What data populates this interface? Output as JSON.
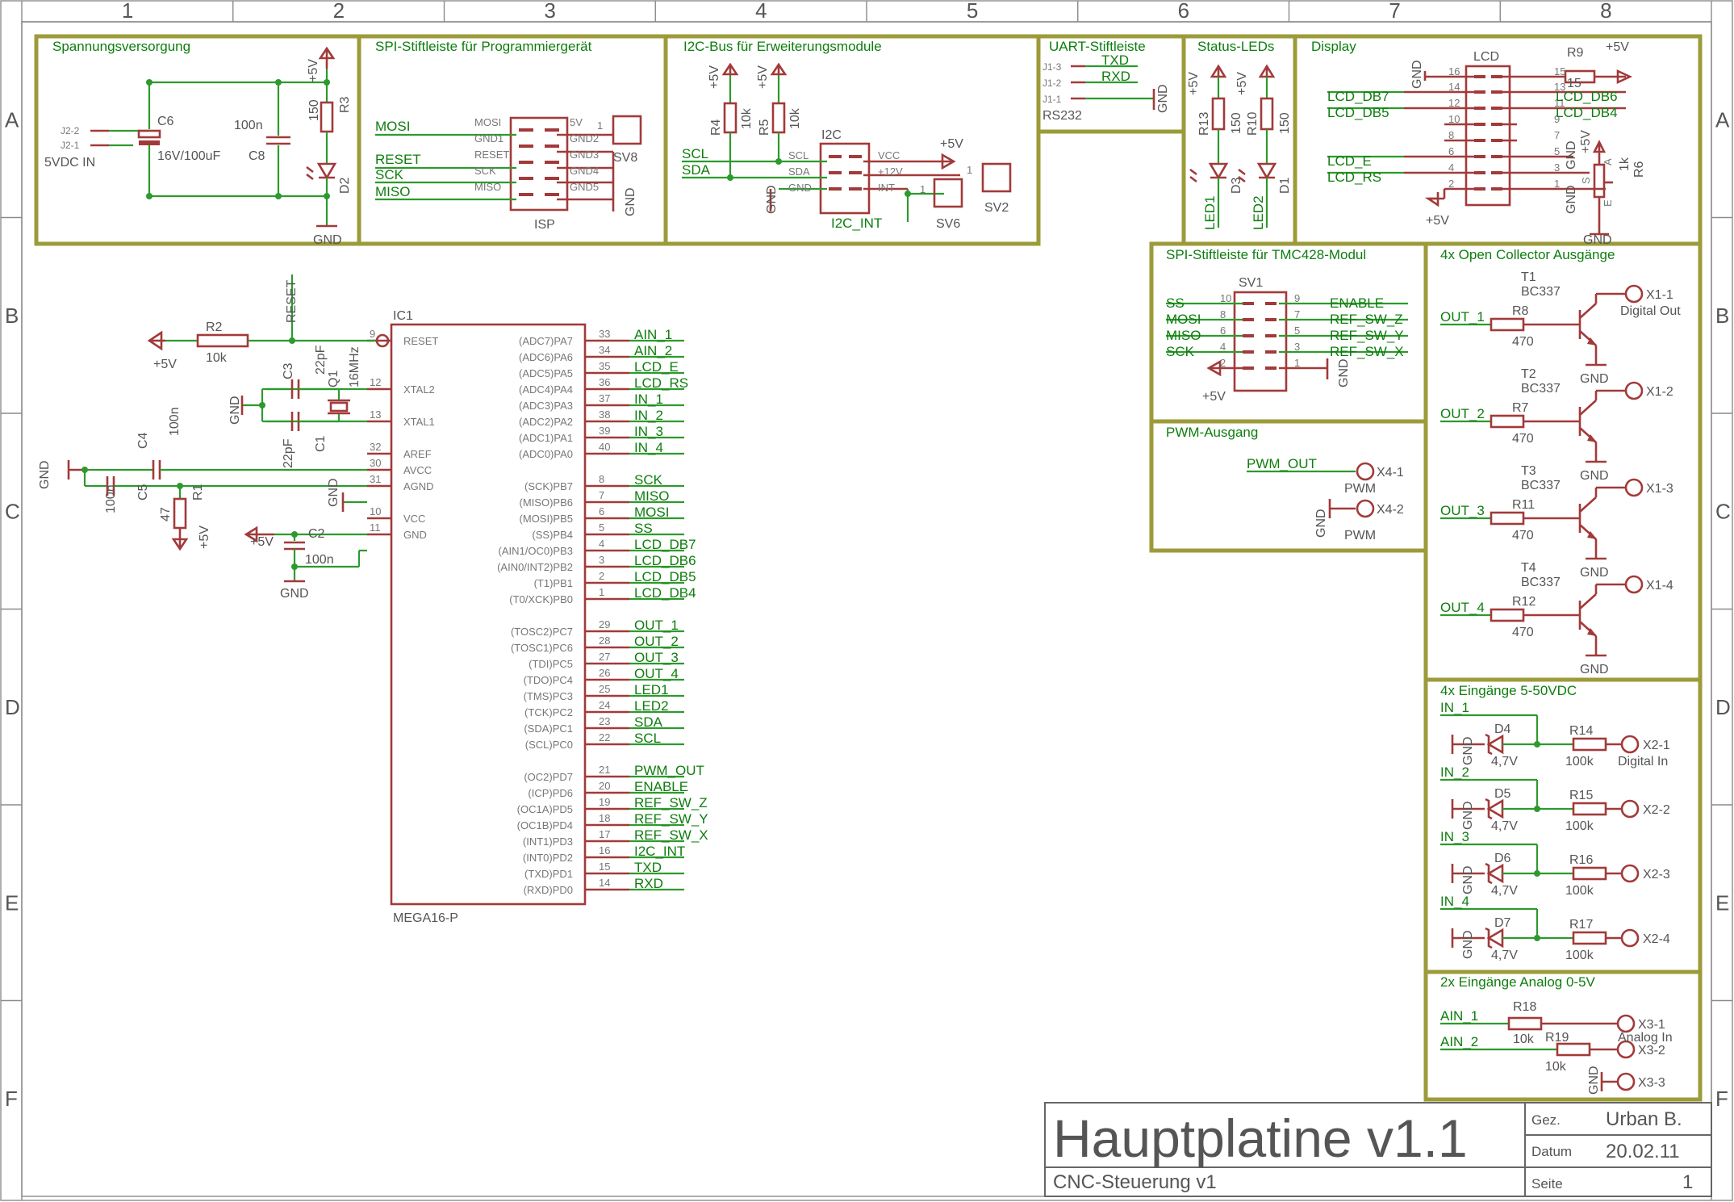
{
  "grid": {
    "cols": [
      "1",
      "2",
      "3",
      "4",
      "5",
      "6",
      "7",
      "8"
    ],
    "rows": [
      "A",
      "B",
      "C",
      "D",
      "E",
      "F"
    ]
  },
  "sections": {
    "power": "Spannungsversorgung",
    "spi_prog": "SPI-Stiftleiste für Programmiergerät",
    "i2c": "I2C-Bus für Erweiterungsmodule",
    "uart": "UART-Stiftleiste",
    "status_leds": "Status-LEDs",
    "display": "Display",
    "spi_tmc": "SPI-Stiftleiste für TMC428-Modul",
    "oc_out": "4x Open Collector Ausgänge",
    "pwm": "PWM-Ausgang",
    "inputs": "4x Eingänge 5-50VDC",
    "analog": "2x Eingänge Analog 0-5V"
  },
  "power": {
    "j2_2": "J2-2",
    "j2_1": "J2-1",
    "vin": "5VDC IN",
    "c6": "C6",
    "c6_val": "16V/100uF",
    "c8_val": "100n",
    "c8": "C8",
    "r3_val": "150",
    "r3": "R3",
    "d2": "D2",
    "p5v": "+5V",
    "gnd": "GND"
  },
  "isp": {
    "nets": [
      "MOSI",
      "RESET",
      "SCK",
      "MISO"
    ],
    "pins_left": [
      "MOSI",
      "GND1",
      "RESET",
      "SCK",
      "MISO"
    ],
    "pins_right": [
      "5V",
      "GND2",
      "GND3",
      "GND4",
      "GND5"
    ],
    "name": "ISP",
    "sv8": "SV8",
    "one": "1",
    "gnd": "GND"
  },
  "i2c": {
    "p5v": "+5V",
    "r4": "R4",
    "r4_val": "10k",
    "r5": "R5",
    "r5_val": "10k",
    "scl": "SCL",
    "sda": "SDA",
    "gnd": "GND",
    "header": "I2C",
    "pins_left": [
      "SCL",
      "SDA",
      "GND"
    ],
    "pins_right": [
      "VCC",
      "+12V",
      "INT"
    ],
    "i2c_int": "I2C_INT",
    "sv6": "SV6",
    "sv2": "SV2",
    "one": "1"
  },
  "uart": {
    "j1_3": "J1-3",
    "j1_2": "J1-2",
    "j1_1": "J1-1",
    "txd": "TXD",
    "rxd": "RXD",
    "rs232": "RS232",
    "gnd": "GND"
  },
  "leds": {
    "p5v": "+5V",
    "r13": "R13",
    "r13_val": "150",
    "r10": "R10",
    "r10_val": "150",
    "d3": "D3",
    "d1": "D1",
    "led1": "LED1",
    "led2": "LED2"
  },
  "display": {
    "lcd": "LCD",
    "r9": "R9",
    "r9_val": "15",
    "p5v": "+5V",
    "gnd": "GND",
    "left_pins": [
      "16",
      "14",
      "12",
      "10",
      "8",
      "6",
      "4",
      "2"
    ],
    "right_pins": [
      "15",
      "13",
      "11",
      "9",
      "7",
      "5",
      "3",
      "1"
    ],
    "lcd_db7": "LCD_DB7",
    "lcd_db5": "LCD_DB5",
    "lcd_db6": "LCD_DB6",
    "lcd_db4": "LCD_DB4",
    "lcd_e": "LCD_E",
    "lcd_rs": "LCD_RS",
    "r6": "R6",
    "r6_val": "1k",
    "gnd2": "GND",
    "gnd3": "GND",
    "p5v2": "+5V",
    "p5v3": "+5V",
    "pot_a": "A",
    "pot_e": "E",
    "pot_s": "S"
  },
  "sv1": {
    "name": "SV1",
    "left_nets": [
      "SS",
      "MOSI",
      "MISO",
      "SCK"
    ],
    "right_nets": [
      "ENABLE",
      "REF_SW_Z",
      "REF_SW_Y",
      "REF_SW_X"
    ],
    "left_pins": [
      "10",
      "8",
      "6",
      "4",
      "2"
    ],
    "right_pins": [
      "9",
      "7",
      "5",
      "3",
      "1"
    ],
    "p5v": "+5V",
    "gnd": "GND"
  },
  "pwm": {
    "net": "PWM_OUT",
    "x4_1": "X4-1",
    "x4_2": "X4-2",
    "pwm": "PWM",
    "gnd": "GND"
  },
  "oc": {
    "channels": [
      {
        "t": "T1",
        "model": "BC337",
        "r": "R8",
        "rv": "470",
        "net": "OUT_1",
        "x": "X1-1",
        "extra": "Digital Out"
      },
      {
        "t": "T2",
        "model": "BC337",
        "r": "R7",
        "rv": "470",
        "net": "OUT_2",
        "x": "X1-2",
        "extra": ""
      },
      {
        "t": "T3",
        "model": "BC337",
        "r": "R11",
        "rv": "470",
        "net": "OUT_3",
        "x": "X1-3",
        "extra": ""
      },
      {
        "t": "T4",
        "model": "BC337",
        "r": "R12",
        "rv": "470",
        "net": "OUT_4",
        "x": "X1-4",
        "extra": ""
      }
    ],
    "gnd": "GND"
  },
  "inputs": {
    "channels": [
      {
        "net": "IN_1",
        "d": "D4",
        "dv": "4,7V",
        "r": "R14",
        "rv": "100k",
        "x": "X2-1",
        "extra": "Digital In"
      },
      {
        "net": "IN_2",
        "d": "D5",
        "dv": "4,7V",
        "r": "R15",
        "rv": "100k",
        "x": "X2-2",
        "extra": ""
      },
      {
        "net": "IN_3",
        "d": "D6",
        "dv": "4,7V",
        "r": "R16",
        "rv": "100k",
        "x": "X2-3",
        "extra": ""
      },
      {
        "net": "IN_4",
        "d": "D7",
        "dv": "4,7V",
        "r": "R17",
        "rv": "100k",
        "x": "X2-4",
        "extra": ""
      }
    ],
    "gnd": "GND"
  },
  "analog": {
    "ain1": "AIN_1",
    "ain2": "AIN_2",
    "r18": "R18",
    "r18_val": "10k",
    "r19": "R19",
    "r19_val": "10k",
    "x3_1": "X3-1",
    "x3_2": "X3-2",
    "x3_3": "X3-3",
    "extra": "Analog In",
    "gnd": "GND"
  },
  "mcu": {
    "name": "IC1",
    "model": "MEGA16-P",
    "left_pins": [
      {
        "n": "9",
        "l": "RESET"
      },
      {
        "n": "12",
        "l": "XTAL2"
      },
      {
        "n": "13",
        "l": "XTAL1"
      },
      {
        "n": "32",
        "l": "AREF"
      },
      {
        "n": "30",
        "l": "AVCC"
      },
      {
        "n": "31",
        "l": "AGND"
      },
      {
        "n": "10",
        "l": "VCC"
      },
      {
        "n": "11",
        "l": "GND"
      }
    ],
    "right_pins": [
      {
        "n": "33",
        "l": "(ADC7)PA7",
        "net": "AIN_1"
      },
      {
        "n": "34",
        "l": "(ADC6)PA6",
        "net": "AIN_2"
      },
      {
        "n": "35",
        "l": "(ADC5)PA5",
        "net": "LCD_E"
      },
      {
        "n": "36",
        "l": "(ADC4)PA4",
        "net": "LCD_RS"
      },
      {
        "n": "37",
        "l": "(ADC3)PA3",
        "net": "IN_1"
      },
      {
        "n": "38",
        "l": "(ADC2)PA2",
        "net": "IN_2"
      },
      {
        "n": "39",
        "l": "(ADC1)PA1",
        "net": "IN_3"
      },
      {
        "n": "40",
        "l": "(ADC0)PA0",
        "net": "IN_4"
      },
      {
        "n": "8",
        "l": "(SCK)PB7",
        "net": "SCK"
      },
      {
        "n": "7",
        "l": "(MISO)PB6",
        "net": "MISO"
      },
      {
        "n": "6",
        "l": "(MOSI)PB5",
        "net": "MOSI"
      },
      {
        "n": "5",
        "l": "(SS)PB4",
        "net": "SS"
      },
      {
        "n": "4",
        "l": "(AIN1/OC0)PB3",
        "net": "LCD_DB7"
      },
      {
        "n": "3",
        "l": "(AIN0/INT2)PB2",
        "net": "LCD_DB6"
      },
      {
        "n": "2",
        "l": "(T1)PB1",
        "net": "LCD_DB5"
      },
      {
        "n": "1",
        "l": "(T0/XCK)PB0",
        "net": "LCD_DB4"
      },
      {
        "n": "29",
        "l": "(TOSC2)PC7",
        "net": "OUT_1"
      },
      {
        "n": "28",
        "l": "(TOSC1)PC6",
        "net": "OUT_2"
      },
      {
        "n": "27",
        "l": "(TDI)PC5",
        "net": "OUT_3"
      },
      {
        "n": "26",
        "l": "(TDO)PC4",
        "net": "OUT_4"
      },
      {
        "n": "25",
        "l": "(TMS)PC3",
        "net": "LED1"
      },
      {
        "n": "24",
        "l": "(TCK)PC2",
        "net": "LED2"
      },
      {
        "n": "23",
        "l": "(SDA)PC1",
        "net": "SDA"
      },
      {
        "n": "22",
        "l": "(SCL)PC0",
        "net": "SCL"
      },
      {
        "n": "21",
        "l": "(OC2)PD7",
        "net": "PWM_OUT"
      },
      {
        "n": "20",
        "l": "(ICP)PD6",
        "net": "ENABLE"
      },
      {
        "n": "19",
        "l": "(OC1A)PD5",
        "net": "REF_SW_Z"
      },
      {
        "n": "18",
        "l": "(OC1B)PD4",
        "net": "REF_SW_Y"
      },
      {
        "n": "17",
        "l": "(INT1)PD3",
        "net": "REF_SW_X"
      },
      {
        "n": "16",
        "l": "(INT0)PD2",
        "net": "I2C_INT"
      },
      {
        "n": "15",
        "l": "(TXD)PD1",
        "net": "TXD"
      },
      {
        "n": "14",
        "l": "(RXD)PD0",
        "net": "RXD"
      }
    ],
    "reset_net": "RESET",
    "r2": "R2",
    "r2_val": "10k",
    "p5v": "+5V",
    "c3": "C3",
    "c3_val": "22pF",
    "c1": "C1",
    "c1_val": "22pF",
    "q1": "Q1",
    "q1_val": "16MHz",
    "c4": "C4",
    "c4_val": "100n",
    "c5": "C5",
    "c5_val": "100n",
    "r1": "R1",
    "r1_val": "47",
    "c2": "C2",
    "c2_val": "100n",
    "gnd": "GND"
  },
  "titleblock": {
    "title": "Hauptplatine v1.1",
    "subtitle": "CNC-Steuerung v1",
    "gez_label": "Gez.",
    "gez_value": "Urban B.",
    "datum_label": "Datum",
    "datum_value": "20.02.11",
    "seite_label": "Seite",
    "seite_value": "1"
  }
}
